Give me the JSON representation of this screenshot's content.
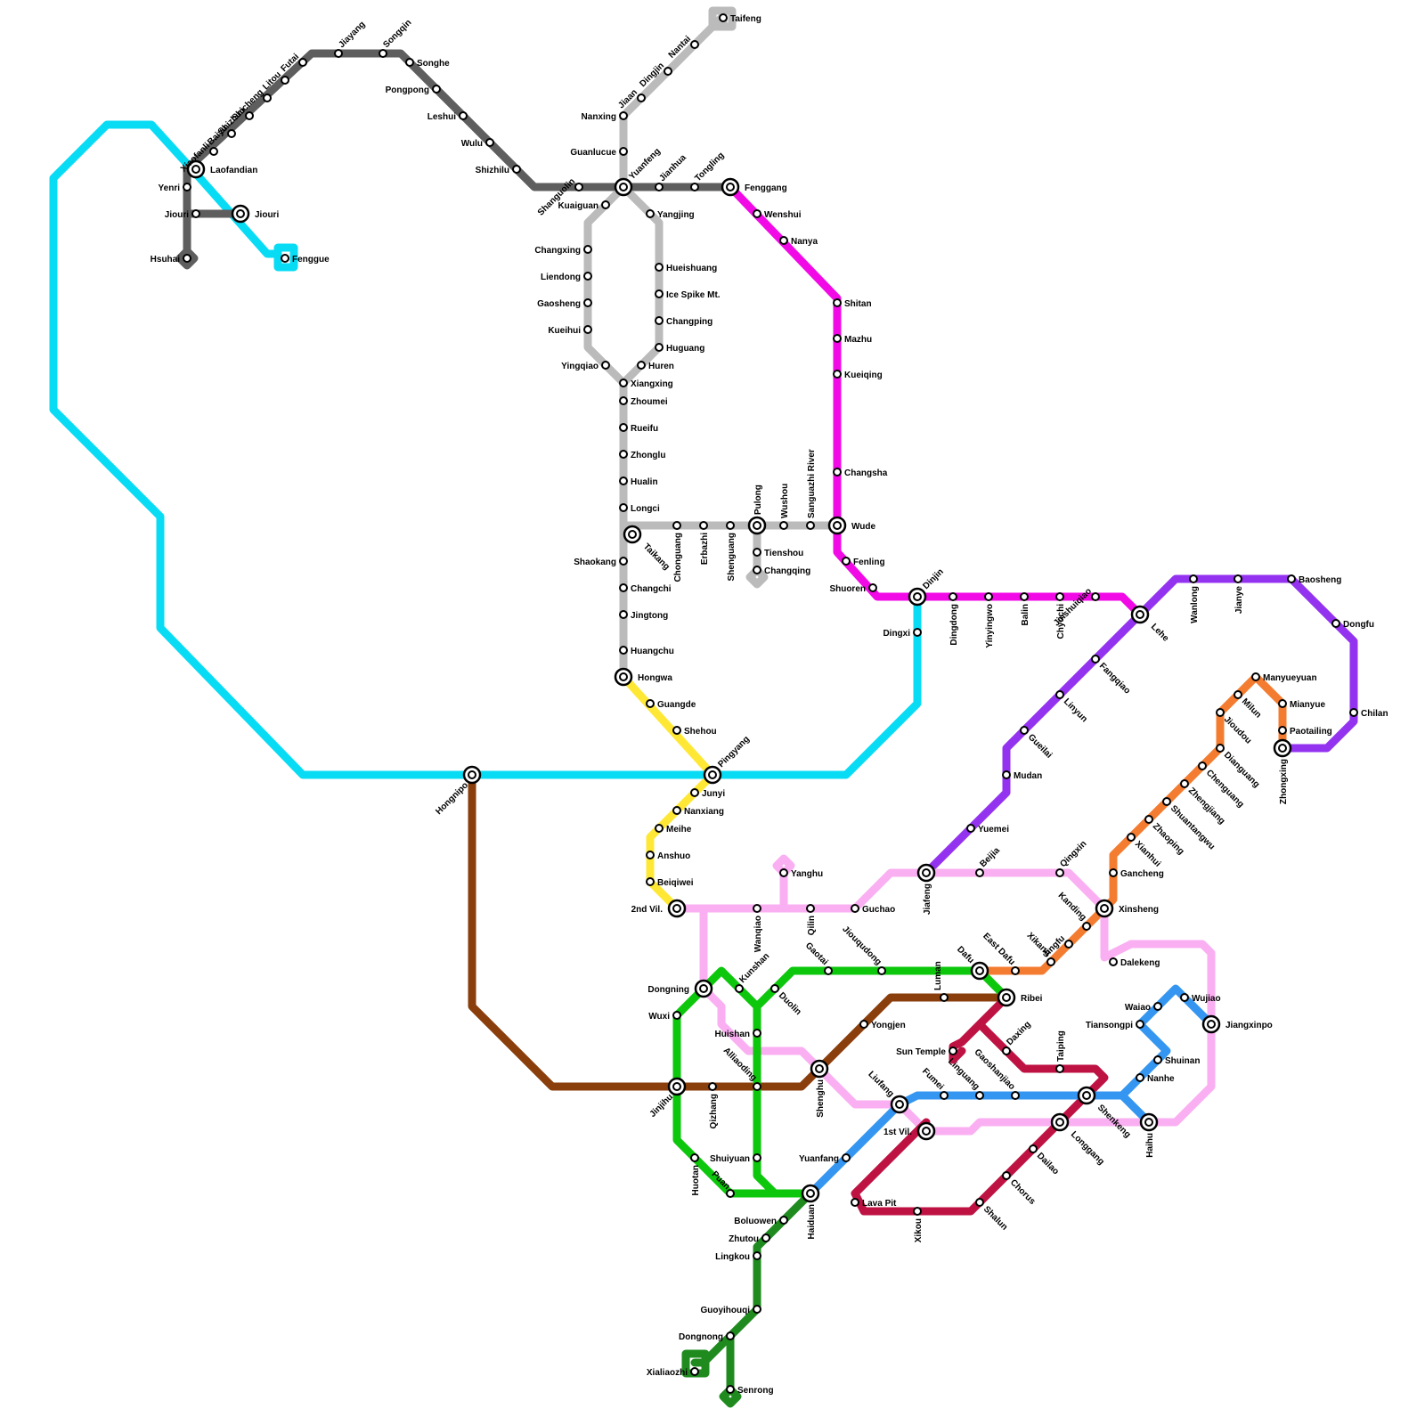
{
  "colors": {
    "cyan": "#08DCF5",
    "darkgray": "#5E5E5E",
    "lightgray": "#BBBBBB",
    "magenta": "#F20AE6",
    "yellow": "#FFE835",
    "brown": "#8A3E0C",
    "purple": "#9333F0",
    "orange": "#F47C31",
    "pink": "#FAAFF2",
    "green": "#0CC70C",
    "darkgreen": "#1F8B1F",
    "crimson": "#BE1243",
    "blue": "#3496F0"
  },
  "stations": {
    "laofandian": "Laofandian",
    "yenri": "Yenri",
    "jiouri_w": "Jiouri",
    "jiouri": "Jiouri",
    "hsuhai": "Hsuhai",
    "fenggue": "Fenggue",
    "xiaofanli": "Xiaofanli",
    "baiyu": "Baiyu",
    "shizhuo": "Shizhuo",
    "shicheng": "Shicheng",
    "litou": "Litou",
    "futai": "Futai",
    "jiayang": "Jiayang",
    "songqin": "Songqin",
    "songhe": "Songhe",
    "pongpong": "Pongpong",
    "leshui": "Leshui",
    "wulu": "Wulu",
    "shizhilu": "Shizhilu",
    "shanguolin": "Shanguolin",
    "yuanfeng": "Yuanfeng",
    "jianhua": "Jianhua",
    "tongling": "Tongling",
    "fenggang": "Fenggang",
    "taifeng": "Taifeng",
    "nantai": "Nantai",
    "dingjin": "Dingjin",
    "jiaan": "Jiaan",
    "nanxing": "Nanxing",
    "guanlucue": "Guanlucue",
    "kuaiguan": "Kuaiguan",
    "yangjing": "Yangjing",
    "changxing": "Changxing",
    "liendong": "Liendong",
    "gaosheng": "Gaosheng",
    "kueihui": "Kueihui",
    "yingqiao": "Yingqiao",
    "hueishuang": "Hueishuang",
    "icespike": "Ice Spike Mt.",
    "changping": "Changping",
    "huguang": "Huguang",
    "huren": "Huren",
    "xiangxing": "Xiangxing",
    "zhoumei": "Zhoumei",
    "rueifu": "Rueifu",
    "zhonglu": "Zhonglu",
    "hualin": "Hualin",
    "longci": "Longci",
    "taikang": "Taikang",
    "chonguang": "Chonguang",
    "erbazhi": "Erbazhi",
    "shenguang": "Shenguang",
    "pulong": "Pulong",
    "wushou": "Wushou",
    "sanguazhi": "Sanguazhi River",
    "wude": "Wude",
    "tienshou": "Tienshou",
    "changqing": "Changqing",
    "shaokang": "Shaokang",
    "changchi": "Changchi",
    "jingtong": "Jingtong",
    "huangchu": "Huangchu",
    "hongwa": "Hongwa",
    "guangde": "Guangde",
    "shehou": "Shehou",
    "pingyang": "Pingyang",
    "junyi": "Junyi",
    "nanxiang": "Nanxiang",
    "meihe": "Meihe",
    "anshuo": "Anshuo",
    "beiqiwei": "Beiqiwei",
    "secondvil": "2nd Vil.",
    "wenshui": "Wenshui",
    "nanya": "Nanya",
    "shitan": "Shitan",
    "mazhu": "Mazhu",
    "kueiqing": "Kueiqing",
    "changsha": "Changsha",
    "fenling": "Fenling",
    "shuoren": "Shuoren",
    "dinjin": "Dinjin",
    "dingxi": "Dingxi",
    "dingdong": "Dingdong",
    "yinyingwo": "Yinyingwo",
    "balin": "Balin",
    "chyuchi": "Chyuchi",
    "jinshuiqiao": "Jinshuiqiao",
    "lehe": "Lehe",
    "wanlong": "Wanlong",
    "jianye": "Jianye",
    "baosheng": "Baosheng",
    "dongfu": "Dongfu",
    "chilan": "Chilan",
    "zhongxing": "Zhongxing",
    "fangqiao": "Fangqiao",
    "linyun": "Linyun",
    "gueilai": "Gueilai",
    "mudan": "Mudan",
    "yuemei": "Yuemei",
    "jiafeng": "Jiafeng",
    "hongnipo": "Hongnipo",
    "manyueyuan": "Manyueyuan",
    "milun": "Milun",
    "mianyue": "Mianyue",
    "paotailing": "Paotailing",
    "jioudou": "Jioudou",
    "dianguang": "Dianguang",
    "chenguang": "Chenguang",
    "zhengjiang": "Zhengjiang",
    "shuantangwu": "Shuantangwu",
    "zhaoping": "Zhaoping",
    "xianhui": "Xianhui",
    "gancheng": "Gancheng",
    "xinsheng": "Xinsheng",
    "kanding": "Kanding",
    "jingfu": "Jingfu",
    "xikang": "Xikang",
    "eastdafu": "East Dafu",
    "qingxin": "Qingxin",
    "beijia": "Beijia",
    "dalekeng": "Dalekeng",
    "yanghu": "Yanghu",
    "wanqiao": "Wanqiao",
    "qilin": "Qilin",
    "guchao": "Guchao",
    "dongning": "Dongning",
    "wuxi": "Wuxi",
    "kunshan": "Kunshan",
    "duolin": "Duolin",
    "huishan": "Huishan",
    "gaotai": "Gaotai",
    "jiouqudong": "Jiouqudong",
    "dafu": "Dafu",
    "ribei": "Ribei",
    "luman": "Luman",
    "yongjen": "Yongjen",
    "jinjihu": "Jinjihu",
    "qizhang": "Qizhang",
    "alliaoding": "Alliaoding",
    "shenghu": "Shenghu",
    "suntemple": "Sun Temple",
    "daxing": "Daxing",
    "taiping": "Taiping",
    "liufang": "Liufang",
    "fumei": "Fumei",
    "linguang": "Linguang",
    "gaoshanjiao": "Gaoshanjiao",
    "shenkeng": "Shenkeng",
    "firstvil": "1st Vil.",
    "longgang": "Longgang",
    "dailao": "Dailao",
    "chorus": "Chorus",
    "shalun": "Shalun",
    "xikou": "Xikou",
    "lavapit": "Lava Pit",
    "yuanfang": "Yuanfang",
    "haiduan": "Haiduan",
    "shuiyuan": "Shuiyuan",
    "huotan": "Huotan",
    "puan": "Puan",
    "boluowen": "Boluowen",
    "zhutou": "Zhutou",
    "lingkou": "Lingkou",
    "guoyihouqi": "Guoyihouqi",
    "dongnong": "Dongnong",
    "xialiaozhi": "Xialiaozhi",
    "senrong": "Senrong",
    "waiao": "Waiao",
    "wujiao": "Wujiao",
    "tiansongpi": "Tiansongpi",
    "jiangxinpo": "Jiangxinpo",
    "shuinan": "Shuinan",
    "nanhe": "Nanhe",
    "haihu": "Haihu"
  }
}
